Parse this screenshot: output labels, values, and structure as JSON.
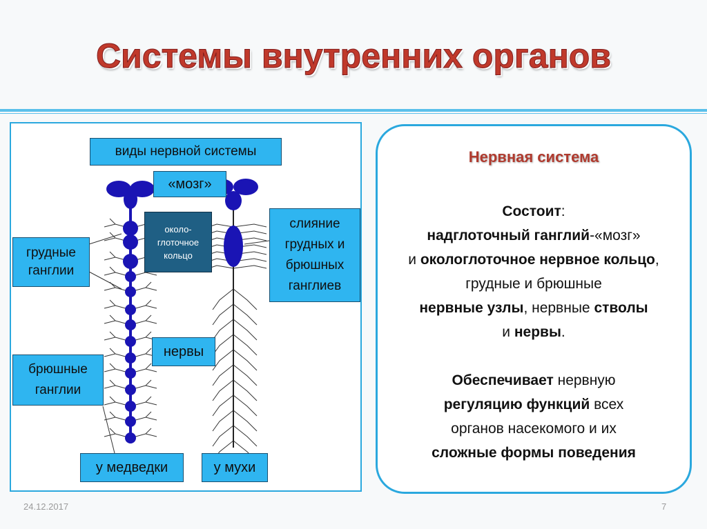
{
  "slide": {
    "title": "Системы внутренних органов",
    "date": "24.12.2017",
    "page_number": "7"
  },
  "diagram": {
    "header_label": "виды нервной системы",
    "brain_label": "«мозг»",
    "ring_label": "около-\nглоточное\nкольцо",
    "thoracic_label": "грудные\nганглии",
    "fusion_label": "слияние\nгрудных и\nбрюшных\nганглиев",
    "nerves_label": "нервы",
    "abdominal_label": "брюшные\nганглии",
    "left_caption": "у медведки",
    "right_caption": "у мухи"
  },
  "info": {
    "heading": "Нервная система",
    "consists_bold": "Состоит",
    "consists_colon": ":",
    "p1_b1": "надглоточный ганглий",
    "p1_t1": "-«мозг»",
    "p1_t2": "и ",
    "p1_b2": "окологлоточное нервное кольцо",
    "p1_t3": ", грудные и брюшные",
    "p1_b3": "нервные узлы",
    "p1_t4": ", нервные ",
    "p1_b4": "стволы",
    "p1_t5": "и ",
    "p1_b5": "нервы",
    "p1_t6": ".",
    "p2_b1": "Обеспечивает",
    "p2_t1": " нервную",
    "p2_b2": "регуляцию функций",
    "p2_t2": " всех",
    "p2_t3": "органов насекомого и их",
    "p2_b3": "сложные формы поведения"
  },
  "colors": {
    "title": "#c0392b",
    "accent_blue": "#2aa8de",
    "label_blue": "#2fb5f0",
    "ganglion": "#1a14b4"
  }
}
